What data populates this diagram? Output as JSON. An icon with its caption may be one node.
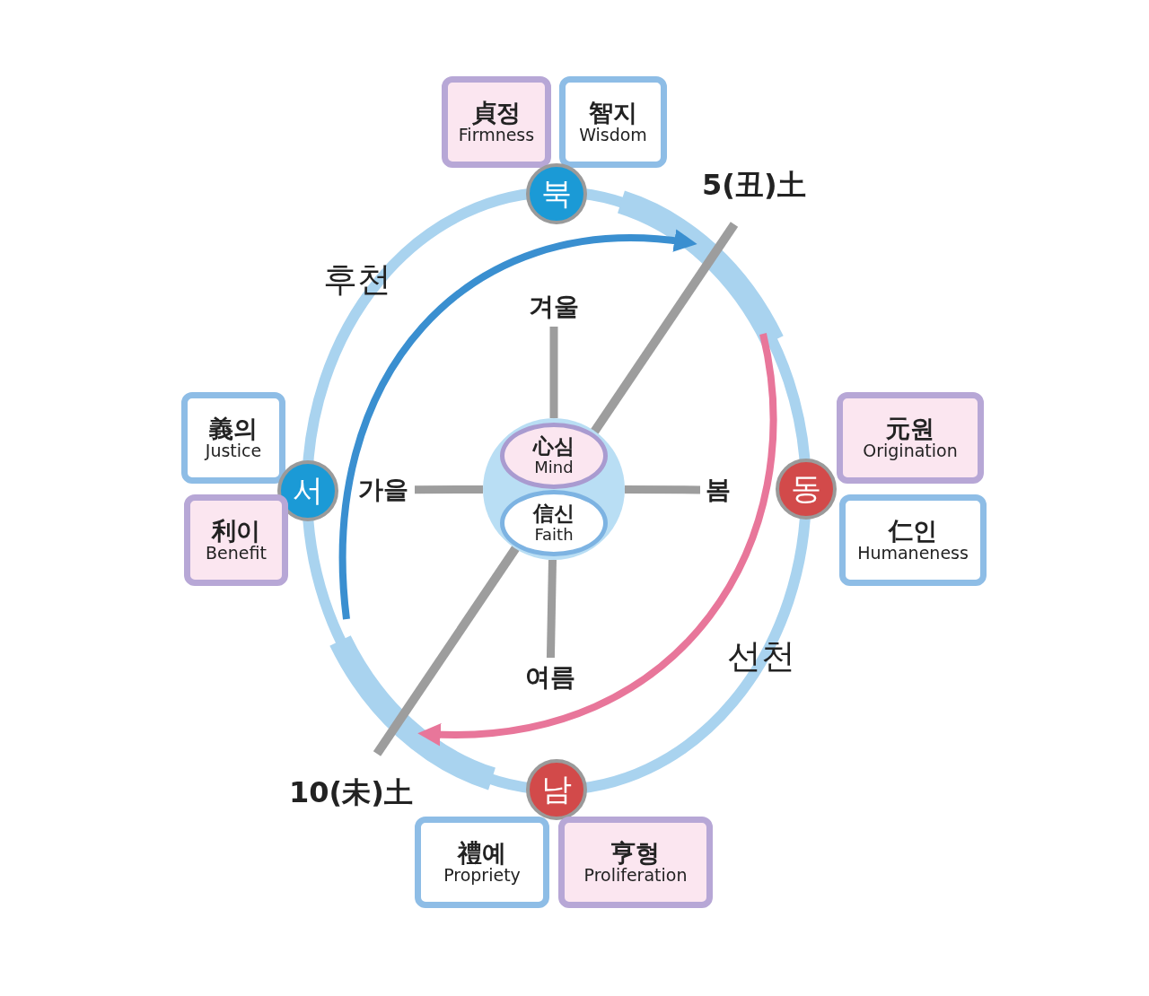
{
  "diagram": {
    "nodes": [
      {
        "text": [
          "貞정",
          "Firmness"
        ]
      },
      {
        "text": [
          "智지",
          "Wisdom"
        ]
      },
      {
        "text": [
          "북"
        ]
      },
      {
        "text": [
          "義의",
          "Justice"
        ]
      },
      {
        "text": [
          "서"
        ]
      },
      {
        "text": [
          "利이",
          "Benefit"
        ]
      },
      {
        "text": [
          "元원",
          "Origination"
        ]
      },
      {
        "text": [
          "동"
        ]
      },
      {
        "text": [
          "仁인",
          "Humaneness"
        ]
      },
      {
        "text": [
          "남"
        ]
      },
      {
        "text": [
          "禮예",
          "Propriety"
        ]
      },
      {
        "text": [
          "亨형",
          "Proliferation"
        ]
      },
      {
        "text": [],
        "shape": "circle"
      },
      {
        "text": [
          "心심",
          "Mind"
        ],
        "in": 12
      },
      {
        "text": [
          "信신",
          "Faith"
        ],
        "in": 12
      },
      {
        "text": [
          "겨울"
        ]
      },
      {
        "text": [
          "가을"
        ]
      },
      {
        "text": [
          "봄"
        ]
      },
      {
        "text": [
          "여름"
        ]
      }
    ],
    "edges": [
      {
        "from": 15,
        "to": 12,
        "arrow": "none"
      },
      {
        "from": 16,
        "to": 12,
        "arrow": "none"
      },
      {
        "from": 17,
        "to": 12,
        "arrow": "none"
      },
      {
        "from": 18,
        "to": 12,
        "arrow": "none"
      }
    ],
    "labels": [
      "5(丑)土",
      "후천",
      "선천",
      "10(未)土"
    ]
  }
}
